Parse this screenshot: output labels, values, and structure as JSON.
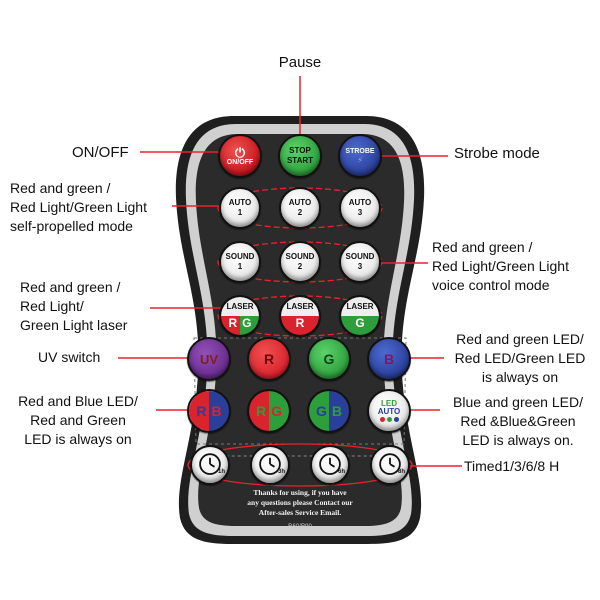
{
  "labels": {
    "pause": "Pause",
    "on_off": "ON/OFF",
    "strobe_mode": "Strobe mode",
    "auto_mode": [
      "Red and green /",
      "Red Light/Green Light",
      "self-propelled mode"
    ],
    "voice_mode": [
      "Red and green /",
      "Red Light/Green Light",
      "voice control mode"
    ],
    "laser": [
      "Red and green /",
      "Red Light/",
      "Green Light laser"
    ],
    "uv_switch": "UV switch",
    "rg_led": [
      "Red and green LED/",
      "Red LED/Green LED",
      "is always on"
    ],
    "rb_led": [
      "Red and Blue LED/",
      "Red and Green",
      "LED is always on"
    ],
    "bg_led": [
      "Blue and green LED/",
      "Red &Blue&Green",
      "LED is always on."
    ],
    "timed": "Timed1/3/6/8 H"
  },
  "buttons": {
    "on_off": "ON/OFF",
    "stop_start": [
      "STOP",
      "START"
    ],
    "strobe": "STROBE",
    "auto": [
      [
        "AUTO",
        "1"
      ],
      [
        "AUTO",
        "2"
      ],
      [
        "AUTO",
        "3"
      ]
    ],
    "sound": [
      [
        "SOUND",
        "1"
      ],
      [
        "SOUND",
        "2"
      ],
      [
        "SOUND",
        "3"
      ]
    ],
    "laser_label": "LASER",
    "laser_letters": [
      "R",
      "G",
      "R",
      "G"
    ],
    "color_row": [
      "UV",
      "R",
      "G",
      "B"
    ],
    "combo_letters": [
      "R",
      "B",
      "R",
      "G",
      "G",
      "B"
    ],
    "led_auto": [
      "LED",
      "AUTO"
    ],
    "timers": [
      "1h",
      "3h",
      "6h",
      "8h"
    ]
  },
  "footer": {
    "thanks": [
      "Thanks for using, if you have",
      "any questions please Contact our",
      "After-sales Service Email."
    ],
    "model": "R60/R90"
  },
  "colors": {
    "red": "#d9232d",
    "green": "#2e9e3c",
    "blue": "#2a3f9a",
    "purple": "#6a2c8e",
    "annotation": "#e8232a",
    "body": "#2b2b2b"
  }
}
